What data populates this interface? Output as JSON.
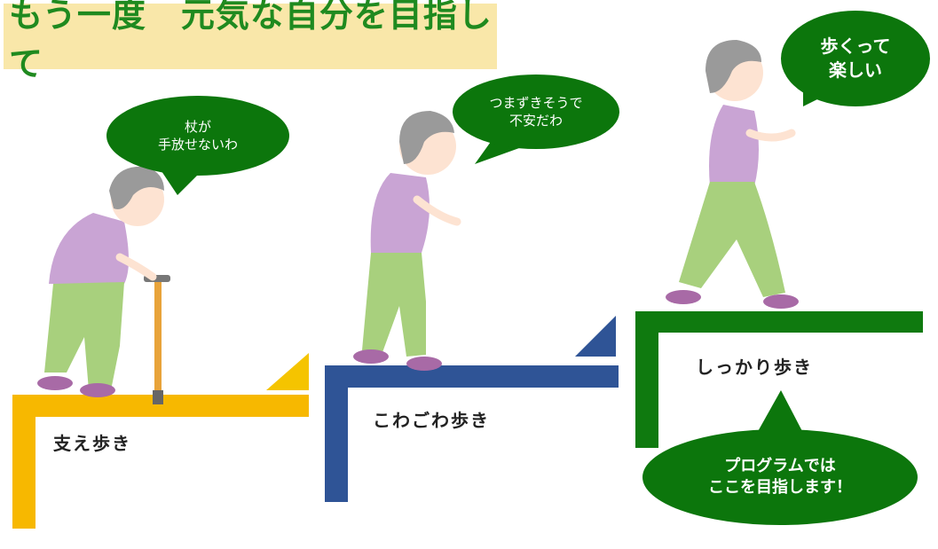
{
  "title": "もう一度　元気な自分を目指して",
  "steps": [
    {
      "label": "支え歩き",
      "bubble": [
        "杖が",
        "手放せないわ"
      ],
      "color": "#f7b800",
      "accent": "#f5c400"
    },
    {
      "label": "こわごわ歩き",
      "bubble": [
        "つまずきそうで",
        "不安だわ"
      ],
      "color": "#2f5496",
      "accent": "#2f5496"
    },
    {
      "label": "しっかり歩き",
      "bubble": [
        "歩くって",
        "楽しい"
      ],
      "color": "#0f7a0f",
      "accent": "#0f7a0f"
    }
  ],
  "goal": {
    "lines": [
      "プログラムでは",
      "ここを目指します！"
    ],
    "color": "#0c760c"
  },
  "colors": {
    "bubble": "#0c760c",
    "title_bg": "#f9e7a9",
    "title_text": "#1f8a1f",
    "shirt": "#c9a4d4",
    "pants": "#a8d07d",
    "hair": "#9a9a9a",
    "skin": "#fde3d2",
    "shoes": "#a86aa6",
    "cane": "#e8a33a"
  }
}
